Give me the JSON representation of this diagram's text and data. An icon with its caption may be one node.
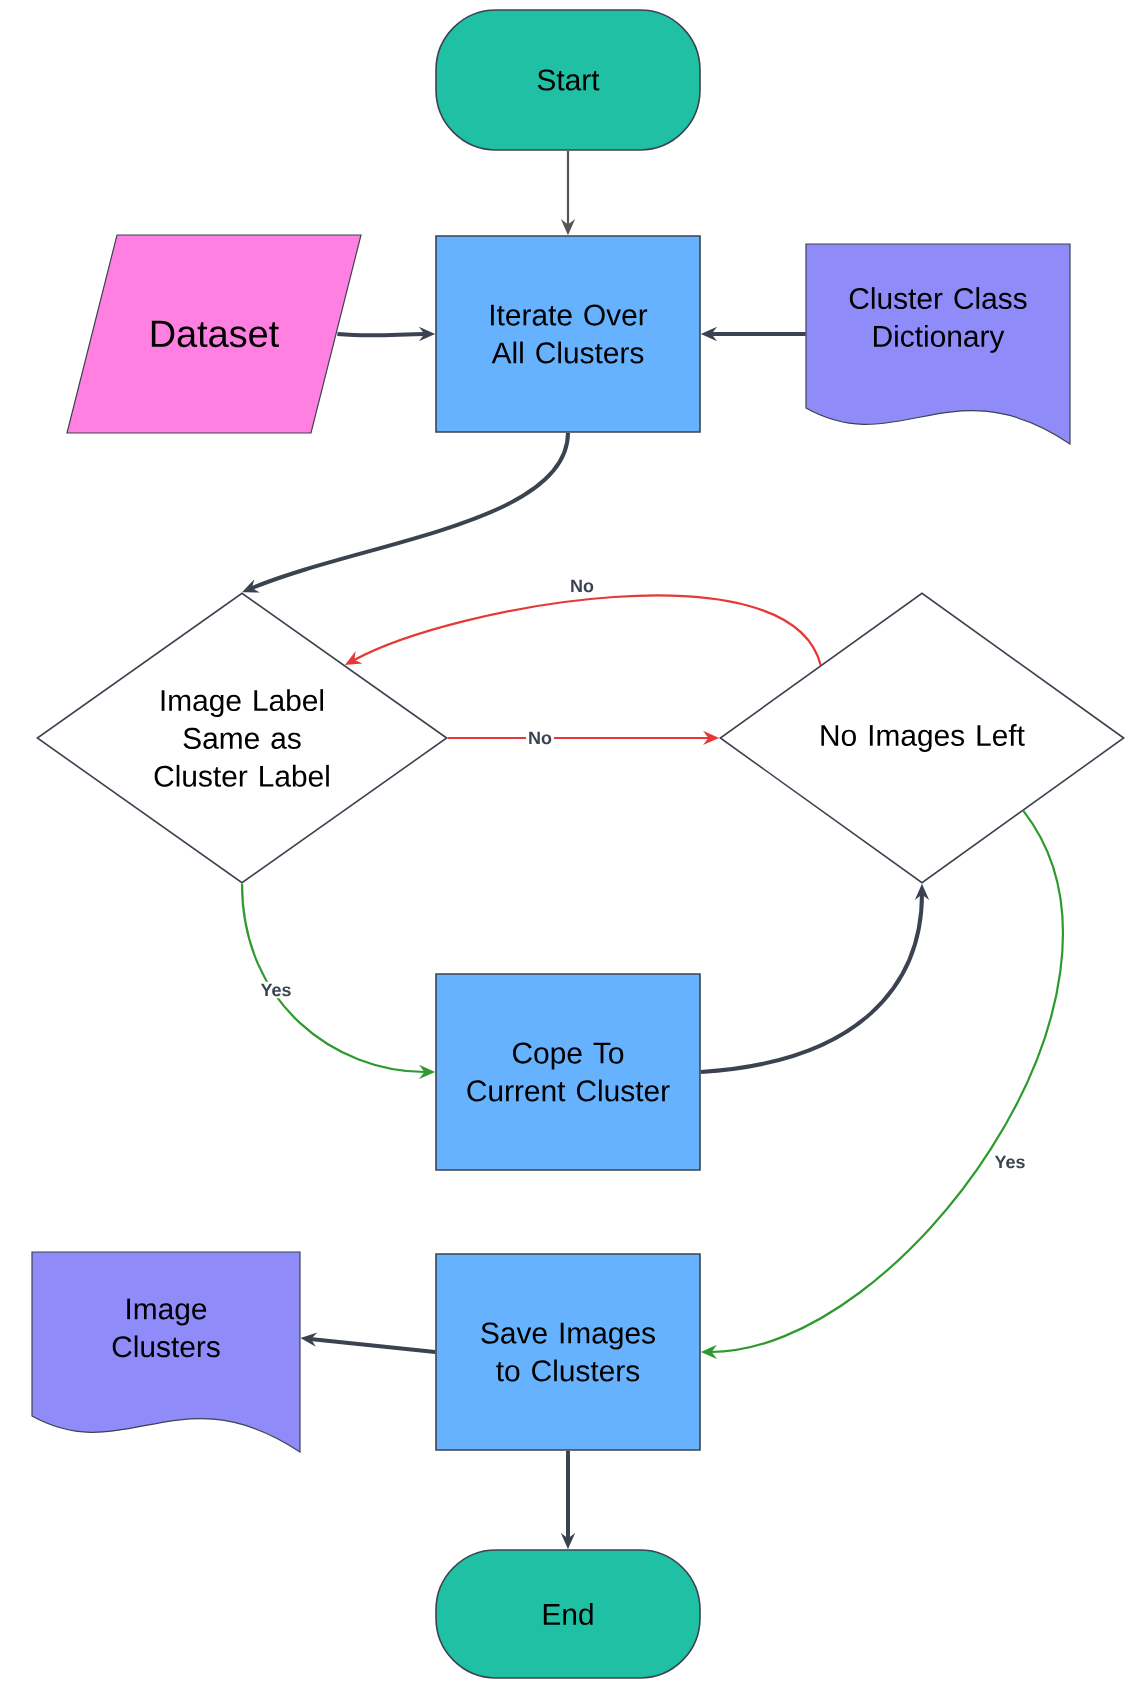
{
  "diagram": {
    "nodes": [
      {
        "text": [
          "Start"
        ]
      },
      {
        "text": [
          "Dataset"
        ]
      },
      {
        "text": [
          "Iterate Over All Clusters"
        ]
      },
      {
        "text": [
          "Cluster Class Dictionary"
        ]
      },
      {
        "text": [
          "Image Label Same as Cluster Label"
        ]
      },
      {
        "text": [
          "No Images Left"
        ]
      },
      {
        "text": [
          "Cope To Current Cluster"
        ]
      },
      {
        "text": [
          "Image Clusters"
        ]
      },
      {
        "text": [
          "Save Images to Clusters"
        ]
      },
      {
        "text": [
          "End"
        ]
      }
    ],
    "edges": [
      {
        "from": 0,
        "to": 2,
        "arrow": "to",
        "color": "#555555"
      },
      {
        "from": 1,
        "to": 2,
        "arrow": "to"
      },
      {
        "from": 3,
        "to": 2,
        "arrow": "to"
      },
      {
        "from": 2,
        "to": 4,
        "arrow": "to"
      },
      {
        "from": 4,
        "to": 5,
        "arrow": "to",
        "label": "No",
        "color": "#e53935"
      },
      {
        "from": 5,
        "to": 4,
        "arrow": "to",
        "label": "No",
        "color": "#e53935"
      },
      {
        "from": 4,
        "to": 6,
        "arrow": "to",
        "label": "Yes",
        "color": "#2e9a2e"
      },
      {
        "from": 6,
        "to": 5,
        "arrow": "to"
      },
      {
        "from": 5,
        "to": 8,
        "arrow": "to",
        "label": "Yes",
        "color": "#2e9a2e"
      },
      {
        "from": 8,
        "to": 7,
        "arrow": "to"
      },
      {
        "from": 8,
        "to": 9,
        "arrow": "to"
      }
    ]
  }
}
